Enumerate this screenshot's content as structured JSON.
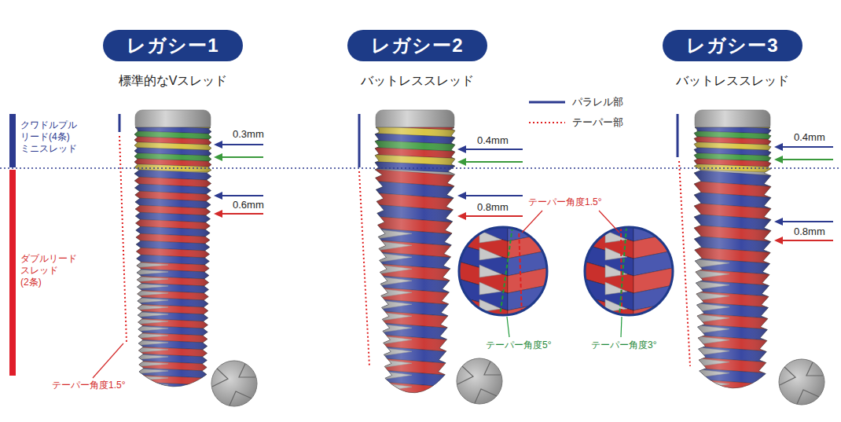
{
  "diagram": {
    "nodes": [
      {
        "text": [
          "レガシー1"
        ]
      },
      {
        "text": [
          "レガシー2"
        ]
      },
      {
        "text": [
          "レガシー3"
        ]
      }
    ],
    "labels": [
      "標準的なVスレッド",
      "バットレススレッド",
      "バットレススレッド",
      "クワドルプル リード(4条) ミニスレッド",
      "0.3mm",
      "0.4mm",
      "0.4mm",
      "0.6mm",
      "0.8mm",
      "テーパー角度1.5°",
      "0.8mm",
      "ダブルリード スレッド (2条)",
      "テーパー角度5°",
      "テーパー角度3°",
      "テーパー角度1.5°"
    ],
    "legend": [
      {
        "text": "パラレル部"
      },
      {
        "text": "テーパー部"
      }
    ]
  }
}
